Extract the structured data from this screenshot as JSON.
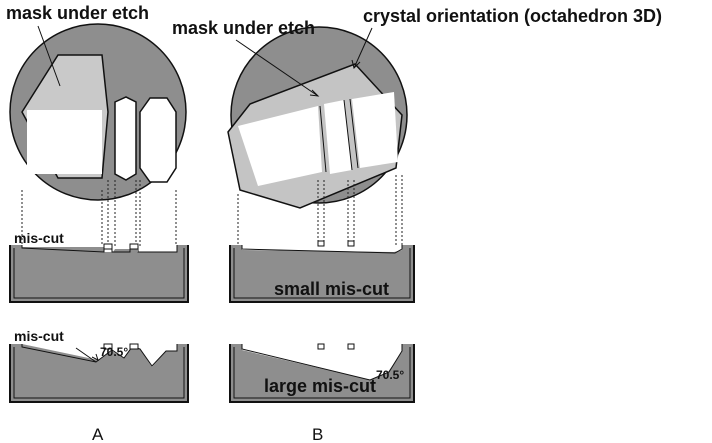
{
  "labels": {
    "mask_under_etch_a": "mask under etch",
    "mask_under_etch_b": "mask under etch",
    "crystal_orientation": "crystal orientation (octahedron 3D)",
    "mis_cut_top": "mis-cut",
    "mis_cut_bottom": "mis-cut",
    "small_mis_cut": "small mis-cut",
    "large_mis_cut": "large mis-cut",
    "angle_a": "70.5°",
    "angle_b": "70.5°",
    "panel_a": "A",
    "panel_b": "B"
  },
  "colors": {
    "substrate_gray": "#8e8e8e",
    "mask_white": "#ffffff",
    "outline": "#111111"
  }
}
